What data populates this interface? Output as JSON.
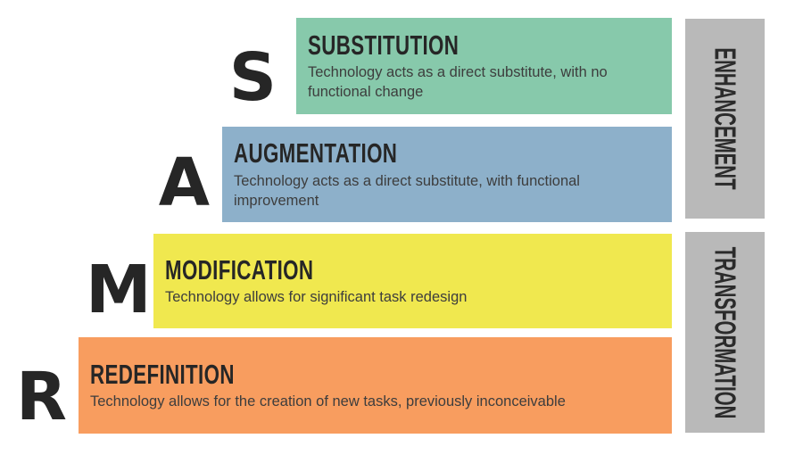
{
  "diagram": {
    "rows": [
      {
        "letter": "S",
        "heading": "SUBSTITUTION",
        "description": "Technology acts as a direct substitute, with no functional change",
        "color": "#87c9ab"
      },
      {
        "letter": "A",
        "heading": "AUGMENTATION",
        "description": "Technology acts as a direct substitute, with functional improvement",
        "color": "#8db0ca"
      },
      {
        "letter": "M",
        "heading": "MODIFICATION",
        "description": "Technology allows for significant task redesign",
        "color": "#f0e84f"
      },
      {
        "letter": "R",
        "heading": "REDEFINITION",
        "description": "Technology allows for the creation of new tasks, previously inconceivable",
        "color": "#f89d5f"
      }
    ],
    "side_labels": [
      {
        "label": "ENHANCEMENT",
        "color": "#b9b9b9"
      },
      {
        "label": "TRANSFORMATION",
        "color": "#b9b9b9"
      }
    ],
    "colors": {
      "heading_text": "#262626",
      "body_text": "#3d3d3d",
      "letter_text": "#262626",
      "side_label_text": "#2b2b2b",
      "background": "#ffffff"
    }
  }
}
